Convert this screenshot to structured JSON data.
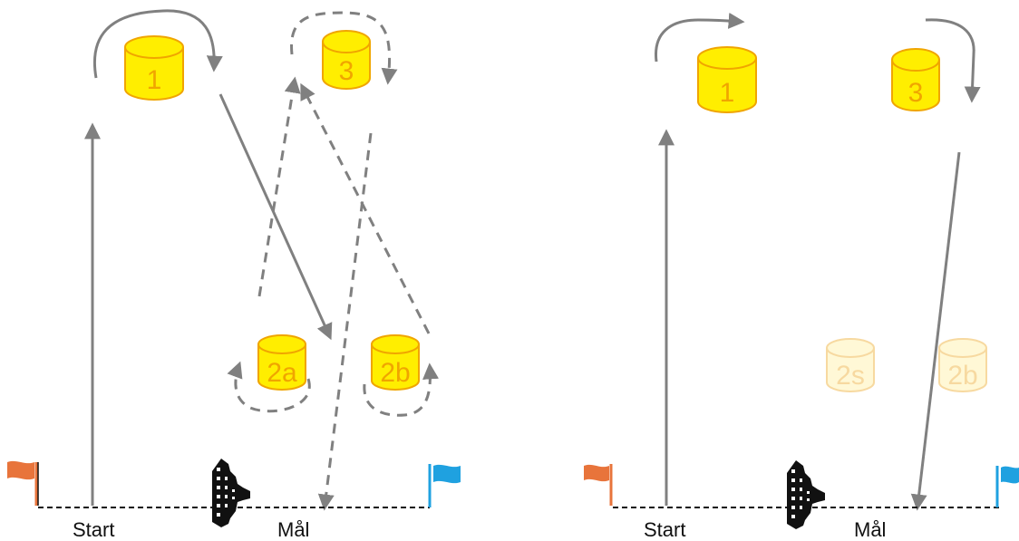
{
  "diagrams": [
    {
      "marks": [
        {
          "label": "1"
        },
        {
          "label": "3"
        },
        {
          "label": "2a"
        },
        {
          "label": "2b"
        }
      ],
      "start_label": "Start",
      "finish_label": "Mål"
    },
    {
      "marks": [
        {
          "label": "1"
        },
        {
          "label": "3"
        },
        {
          "label": "2s"
        },
        {
          "label": "2b"
        }
      ],
      "start_label": "Start",
      "finish_label": "Mål"
    }
  ],
  "colors": {
    "buoy_fill": "#ffee00",
    "buoy_stroke": "#f0a500",
    "buoy_faded_fill": "#fff8d6",
    "buoy_faded_stroke": "#f7d9a0",
    "course_line": "#808080",
    "start_flag": "#e8743b",
    "finish_flag": "#1fa1e0",
    "line_color": "#111111"
  },
  "icons": [
    "start-flag-icon",
    "finish-flag-icon",
    "committee-boat-icon",
    "buoy-icon"
  ]
}
